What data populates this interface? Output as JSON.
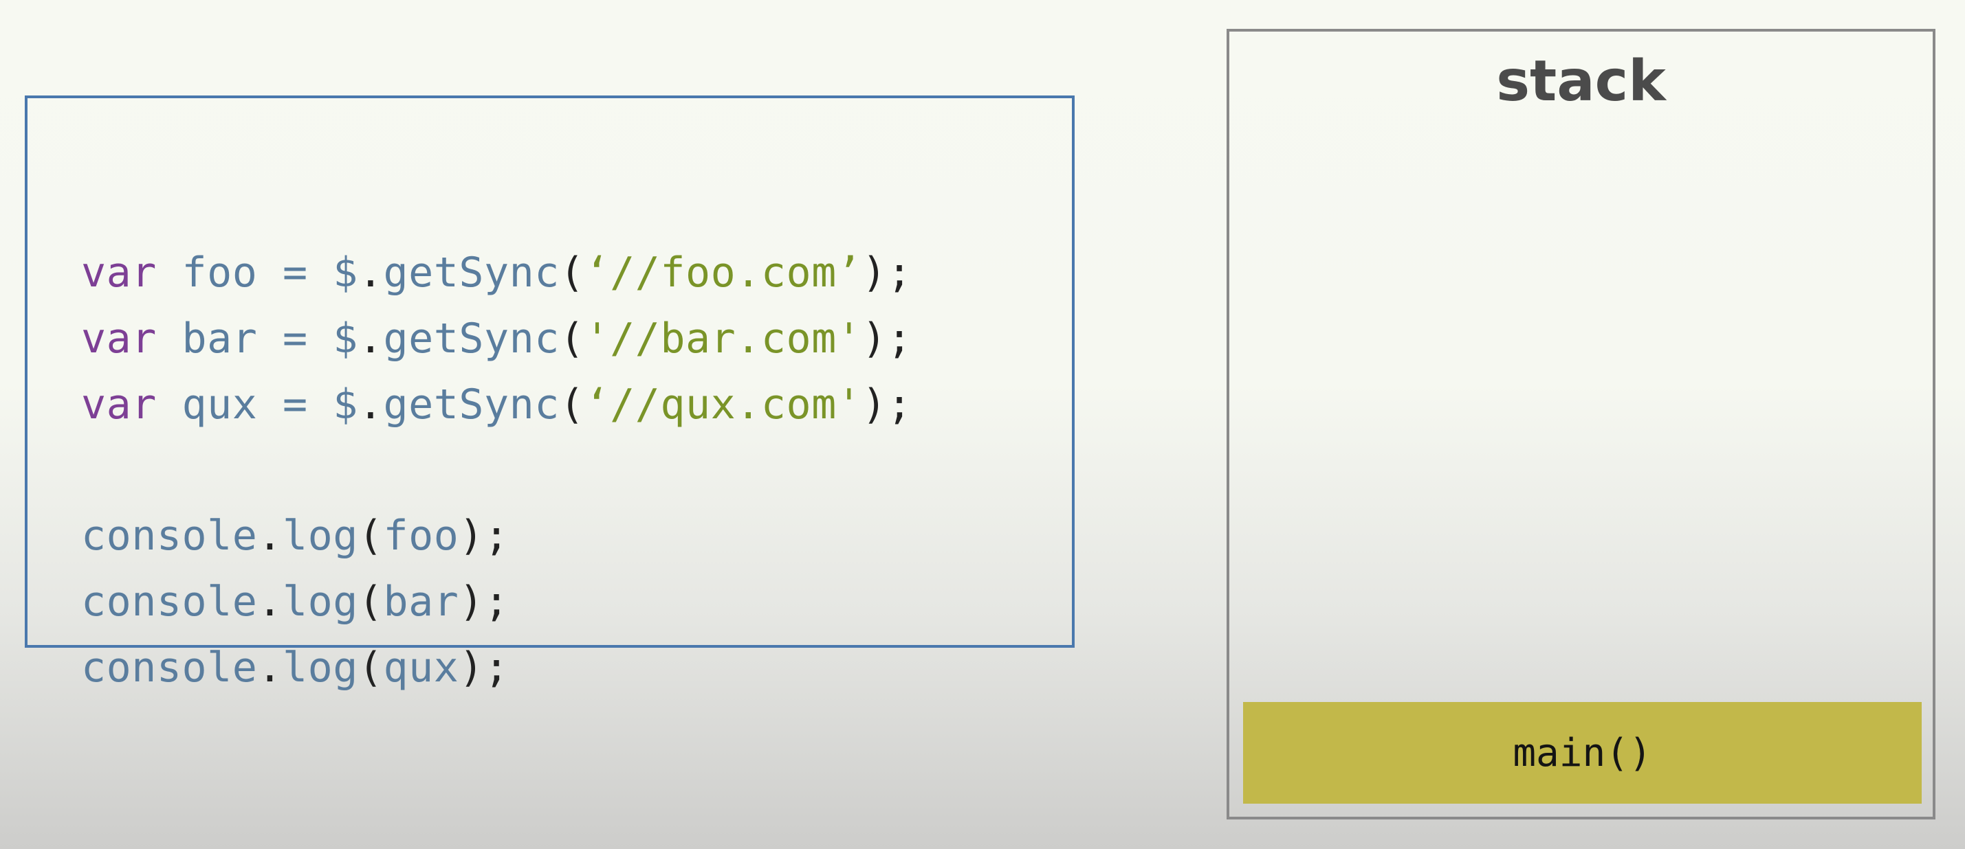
{
  "code": {
    "lines": [
      [
        {
          "t": "var",
          "k": "kw"
        },
        {
          "t": " ",
          "k": "pn"
        },
        {
          "t": "foo",
          "k": "id"
        },
        {
          "t": " ",
          "k": "pn"
        },
        {
          "t": "=",
          "k": "id"
        },
        {
          "t": " ",
          "k": "pn"
        },
        {
          "t": "$",
          "k": "id"
        },
        {
          "t": ".",
          "k": "pn"
        },
        {
          "t": "getSync",
          "k": "id"
        },
        {
          "t": "(",
          "k": "pn"
        },
        {
          "t": "‘//foo.com’",
          "k": "str"
        },
        {
          "t": ");",
          "k": "pn"
        }
      ],
      [
        {
          "t": "var",
          "k": "kw"
        },
        {
          "t": " ",
          "k": "pn"
        },
        {
          "t": "bar",
          "k": "id"
        },
        {
          "t": " ",
          "k": "pn"
        },
        {
          "t": "=",
          "k": "id"
        },
        {
          "t": " ",
          "k": "pn"
        },
        {
          "t": "$",
          "k": "id"
        },
        {
          "t": ".",
          "k": "pn"
        },
        {
          "t": "getSync",
          "k": "id"
        },
        {
          "t": "(",
          "k": "pn"
        },
        {
          "t": "'//bar.com'",
          "k": "str"
        },
        {
          "t": ");",
          "k": "pn"
        }
      ],
      [
        {
          "t": "var",
          "k": "kw"
        },
        {
          "t": " ",
          "k": "pn"
        },
        {
          "t": "qux",
          "k": "id"
        },
        {
          "t": " ",
          "k": "pn"
        },
        {
          "t": "=",
          "k": "id"
        },
        {
          "t": " ",
          "k": "pn"
        },
        {
          "t": "$",
          "k": "id"
        },
        {
          "t": ".",
          "k": "pn"
        },
        {
          "t": "getSync",
          "k": "id"
        },
        {
          "t": "(",
          "k": "pn"
        },
        {
          "t": "‘//qux.com'",
          "k": "str"
        },
        {
          "t": ");",
          "k": "pn"
        }
      ],
      [
        {
          "t": "console",
          "k": "id"
        },
        {
          "t": ".",
          "k": "pn"
        },
        {
          "t": "log",
          "k": "id"
        },
        {
          "t": "(",
          "k": "pn"
        },
        {
          "t": "foo",
          "k": "id"
        },
        {
          "t": ");",
          "k": "pn"
        }
      ],
      [
        {
          "t": "console",
          "k": "id"
        },
        {
          "t": ".",
          "k": "pn"
        },
        {
          "t": "log",
          "k": "id"
        },
        {
          "t": "(",
          "k": "pn"
        },
        {
          "t": "bar",
          "k": "id"
        },
        {
          "t": ");",
          "k": "pn"
        }
      ],
      [
        {
          "t": "console",
          "k": "id"
        },
        {
          "t": ".",
          "k": "pn"
        },
        {
          "t": "log",
          "k": "id"
        },
        {
          "t": "(",
          "k": "pn"
        },
        {
          "t": "qux",
          "k": "id"
        },
        {
          "t": ");",
          "k": "pn"
        }
      ]
    ]
  },
  "stack": {
    "title": "stack",
    "frames": [
      "main()"
    ]
  },
  "colors": {
    "keyword": "#7d3f95",
    "identifier": "#5a7d9e",
    "string": "#7a9428",
    "punctuation": "#222222",
    "code_border": "#4a78ad",
    "stack_border": "#8a8a8a",
    "frame_fill": "#c2b84a"
  }
}
